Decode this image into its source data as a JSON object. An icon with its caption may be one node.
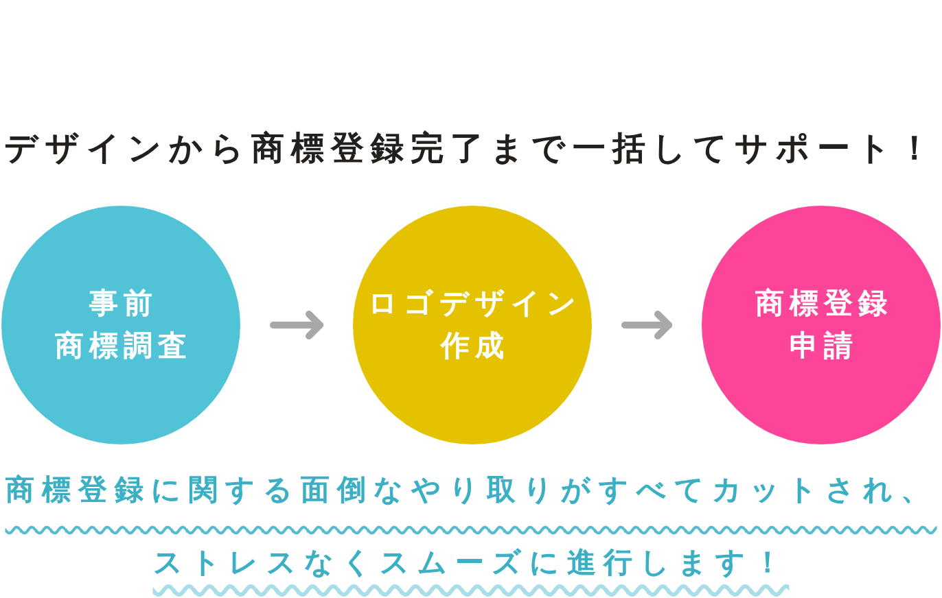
{
  "diagram": {
    "title": "デザインから商標登録完了まで一括してサポート！",
    "nodes": [
      {
        "text": [
          "事前商標調査"
        ]
      },
      {
        "text": [
          "ロゴデザイン作成"
        ]
      },
      {
        "text": [
          "商標登録申請"
        ]
      }
    ],
    "edges": [
      {
        "from": 0,
        "to": 1,
        "arrow": "to"
      },
      {
        "from": 1,
        "to": 2,
        "arrow": "to"
      }
    ],
    "caption": "商標登録に関する面倒なやり取りがすべてカットされ、ストレスなくスムーズに進行します！"
  }
}
